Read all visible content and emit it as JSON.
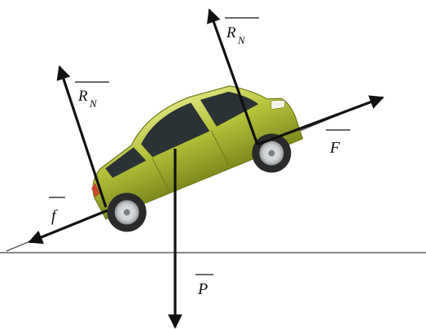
{
  "colors": {
    "vectors": "#111111",
    "ground": "#888888",
    "slope": "#555555",
    "car_body": "#b5c23a",
    "car_body_dark": "#7f8a1e",
    "car_body_light": "#dbe27a",
    "glass": "#2b3235",
    "tire": "#2a2a2a",
    "rim": "#c9ccce"
  },
  "labels": {
    "normal_rear": "R",
    "normal_rear_sub": "N",
    "normal_front": "R",
    "normal_front_sub": "N",
    "traction": "F",
    "friction": "f",
    "weight": "P"
  }
}
